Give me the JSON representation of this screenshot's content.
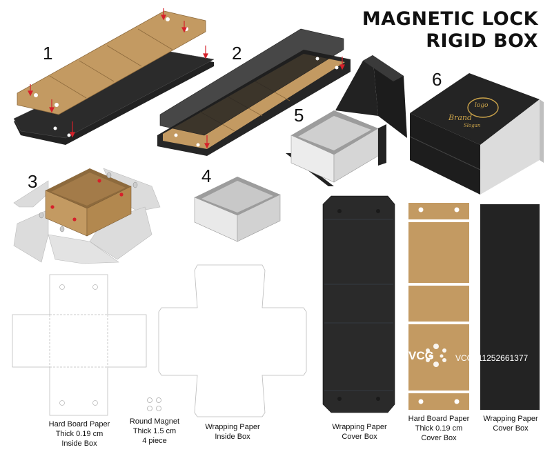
{
  "title": {
    "line1": "MAGNETIC LOCK",
    "line2": "RIGID BOX"
  },
  "steps": [
    "1",
    "2",
    "3",
    "4",
    "5",
    "6"
  ],
  "lid_logo": {
    "logo": "logo",
    "brand": "Brand",
    "slogan": "Slogan"
  },
  "captions": {
    "hard_board_inside": [
      "Hard Board Paper",
      "Thick 0.19 cm",
      "Inside Box"
    ],
    "round_magnet": [
      "Round Magnet",
      "Thick 1.5 cm",
      "4 piece"
    ],
    "wrapping_inside": [
      "Wrapping Paper",
      "Inside Box"
    ],
    "wrapping_cover": [
      "Wrapping Paper",
      "Cover Box"
    ],
    "hard_board_cover": [
      "Hard Board Paper",
      "Thick 0.19 cm",
      "Cover Box"
    ],
    "wrapping_cover_black": [
      "Wrapping Paper",
      "Cover Box"
    ]
  },
  "watermark": {
    "logo": "VCG",
    "id": "VCG211252661377"
  },
  "colors": {
    "kraft": "#c49a64",
    "black": "#2a2a2a",
    "grey": "#d9d9d9",
    "arrow": "#d6202a",
    "gold": "#c9a24a"
  }
}
